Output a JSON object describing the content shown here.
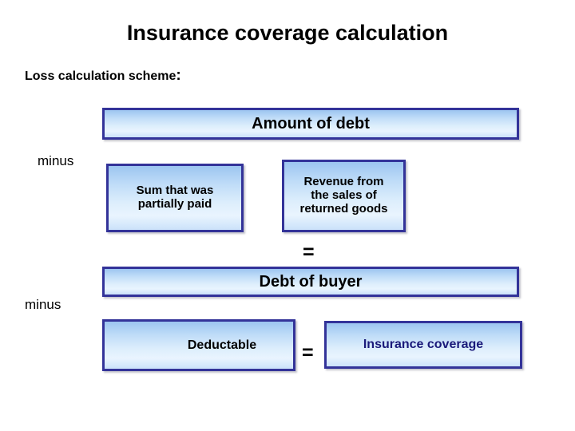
{
  "slide": {
    "title": "Insurance coverage calculation",
    "subtitle_text": "Loss calculation scheme",
    "subtitle_colon": ":"
  },
  "operators": {
    "minus_top": "minus",
    "minus_bottom": "minus",
    "equals_middle": "=",
    "equals_bottom": "="
  },
  "boxes": {
    "amount_of_debt": "Amount of debt",
    "sum_partially_paid": "Sum that was\npartially paid",
    "sum_partially_paid_line1": "Sum that was",
    "sum_partially_paid_line2": "partially paid",
    "revenue_returned_goods_line1": "Revenue from",
    "revenue_returned_goods_line2": "the sales of",
    "revenue_returned_goods_line3": "returned goods",
    "debt_of_buyer": "Debt of buyer",
    "deductable": "Deductable",
    "insurance_coverage": "Insurance coverage"
  },
  "colors": {
    "box_border": "#333399",
    "box_fill_top": "#9cc5f0",
    "box_fill_bottom": "#e9f4fe",
    "text_black": "#000000",
    "text_navy": "#1a1a7a",
    "background": "#ffffff"
  }
}
